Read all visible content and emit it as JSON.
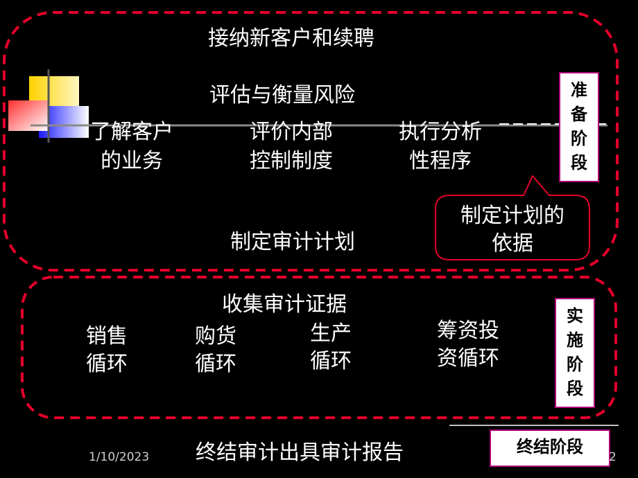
{
  "prep": {
    "title": "接纳新客户和续聘",
    "assess": "评估与衡量风险",
    "items": [
      {
        "line1": "了解客户",
        "line2": "的业务"
      },
      {
        "line1": "评价内部",
        "line2": "控制制度"
      },
      {
        "line1": "执行分析",
        "line2": "性程序"
      }
    ],
    "plan": "制定审计计划",
    "callout": {
      "line1": "制定计划的",
      "line2": "依据"
    },
    "stage": [
      "准",
      "备",
      "阶",
      "段"
    ]
  },
  "impl": {
    "title": "收集审计证据",
    "cycles": [
      {
        "line1": "销售",
        "line2": "循环"
      },
      {
        "line1": "购货",
        "line2": "循环"
      },
      {
        "line1": "生产",
        "line2": "循环"
      },
      {
        "line1": "筹资投",
        "line2": "资循环"
      }
    ],
    "stage": [
      "实",
      "施",
      "阶",
      "段"
    ]
  },
  "final": {
    "title": "终结审计出具审计报告",
    "stage": "终结阶段"
  },
  "footer": {
    "date": "1/10/2023",
    "page": "2"
  },
  "colors": {
    "dash": "#e4002b",
    "stage_border": "#b0007a",
    "callout_border": "#e4002b"
  }
}
